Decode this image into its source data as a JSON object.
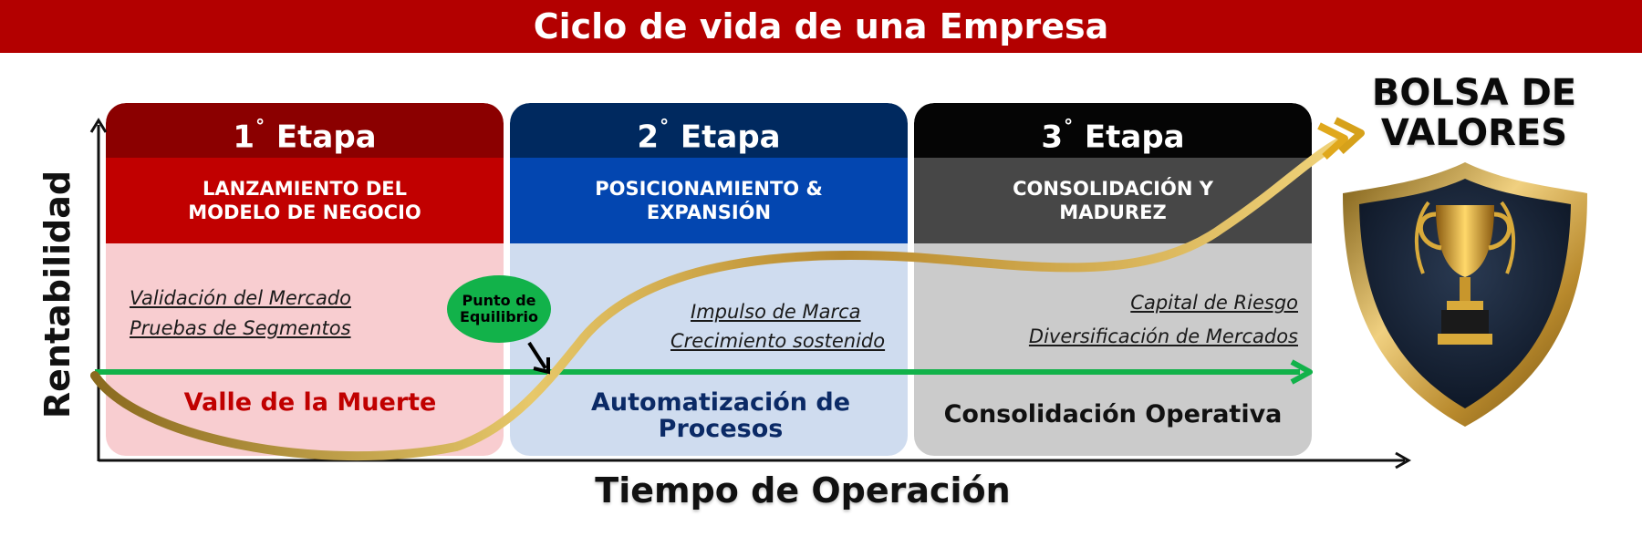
{
  "title": "Ciclo de vida de una Empresa",
  "axes": {
    "y_label": "Rentabilidad",
    "x_label": "Tiempo de Operación"
  },
  "stages": [
    {
      "number": "1",
      "degree": "°",
      "word": "Etapa",
      "subtitle_lines": [
        "LANZAMIENTO DEL",
        "MODELO DE NEGOCIO"
      ],
      "bullets": [
        "Validación del Mercado",
        "Pruebas de Segmentos"
      ],
      "phase_label": "Valle de la Muerte",
      "colors": {
        "header": "#8b0000",
        "subtitle": "#c10000",
        "body": "#f8cdd0",
        "phase_text": "#c00000"
      }
    },
    {
      "number": "2",
      "degree": "°",
      "word": "Etapa",
      "subtitle_lines": [
        "POSICIONAMIENTO &",
        "EXPANSIÓN"
      ],
      "bullets": [
        "Impulso de Marca",
        "Crecimiento sostenido"
      ],
      "phase_label": "Automatización de Procesos",
      "colors": {
        "header": "#00295f",
        "subtitle": "#0346b0",
        "body": "#cfdcef",
        "phase_text": "#0b2a66"
      }
    },
    {
      "number": "3",
      "degree": "°",
      "word": "Etapa",
      "subtitle_lines": [
        "CONSOLIDACIÓN Y",
        "MADUREZ"
      ],
      "bullets": [
        "Capital de Riesgo",
        "Diversificación de Mercados"
      ],
      "phase_label": "Consolidación Operativa",
      "colors": {
        "header": "#050505",
        "subtitle": "#474747",
        "body": "#cbcbcb",
        "phase_text": "#111111"
      }
    }
  ],
  "break_even_label_lines": [
    "Punto de",
    "Equilibrio"
  ],
  "goal": {
    "label_lines": [
      "BOLSA DE",
      "VALORES"
    ],
    "icon": "trophy-shield-icon"
  },
  "colors": {
    "banner": "#b30000",
    "break_even_line": "#12b24a",
    "growth_curve": "#c9a032",
    "axis": "#111111"
  }
}
